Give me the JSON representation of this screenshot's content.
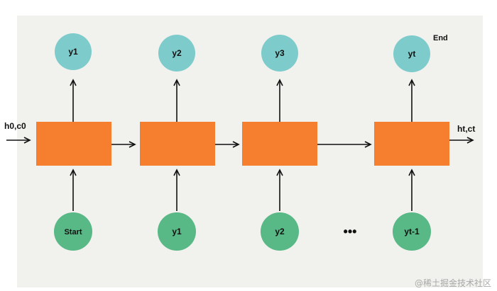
{
  "diagram": {
    "input_state": "h0,c0",
    "output_state": "ht,ct",
    "end_label": "End",
    "ellipsis": "•••",
    "outputs": [
      "y1",
      "y2",
      "y3",
      "yt"
    ],
    "inputs": [
      "Start",
      "y1",
      "y2",
      "yt-1"
    ]
  },
  "colors": {
    "cell": "#f57f2f",
    "output_node": "#7ecbcb",
    "input_node": "#58b886",
    "arrow": "#111111",
    "background": "#f1f1ed"
  },
  "watermark": "@稀土掘金技术社区"
}
